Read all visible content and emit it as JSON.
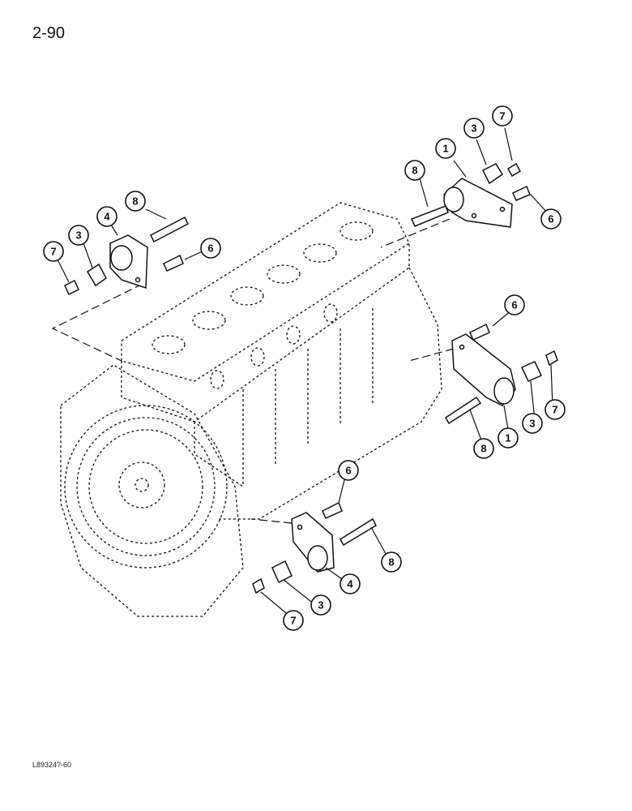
{
  "page": {
    "number": "2-90",
    "figure_code": "L89324?-60"
  },
  "callouts": {
    "c1_upper_right": "1",
    "c3_upper_right": "3",
    "c7_upper_right": "7",
    "c8_upper_right": "8",
    "c6_upper_right": "6",
    "c8_upper_left": "8",
    "c4_upper_left": "4",
    "c3_upper_left": "3",
    "c7_upper_left": "7",
    "c6_upper_left": "6",
    "c6_mid_right": "6",
    "c7_mid_right": "7",
    "c3_mid_right": "3",
    "c1_mid_right": "1",
    "c8_mid_right": "8",
    "c6_lower": "6",
    "c8_lower": "8",
    "c4_lower": "4",
    "c3_lower": "3",
    "c7_lower": "7"
  }
}
